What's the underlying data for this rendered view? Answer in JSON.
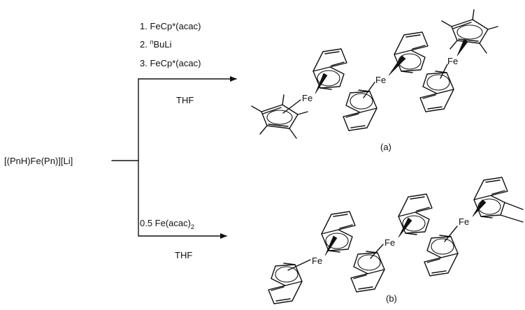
{
  "reactant": "[(PnH)Fe(Pn)][Li]",
  "top_route": {
    "step1": "1. FeCp*(acac)",
    "step2_prefix": "2. ",
    "step2_super": "n",
    "step2_main": "BuLi",
    "step3": "3. FeCp*(acac)",
    "solvent": "THF",
    "product_label": "(a)"
  },
  "bottom_route": {
    "reagent_main": "0.5 Fe(acac)",
    "reagent_sub": "2",
    "solvent": "THF",
    "product_label": "(b)"
  },
  "metal": "Fe"
}
